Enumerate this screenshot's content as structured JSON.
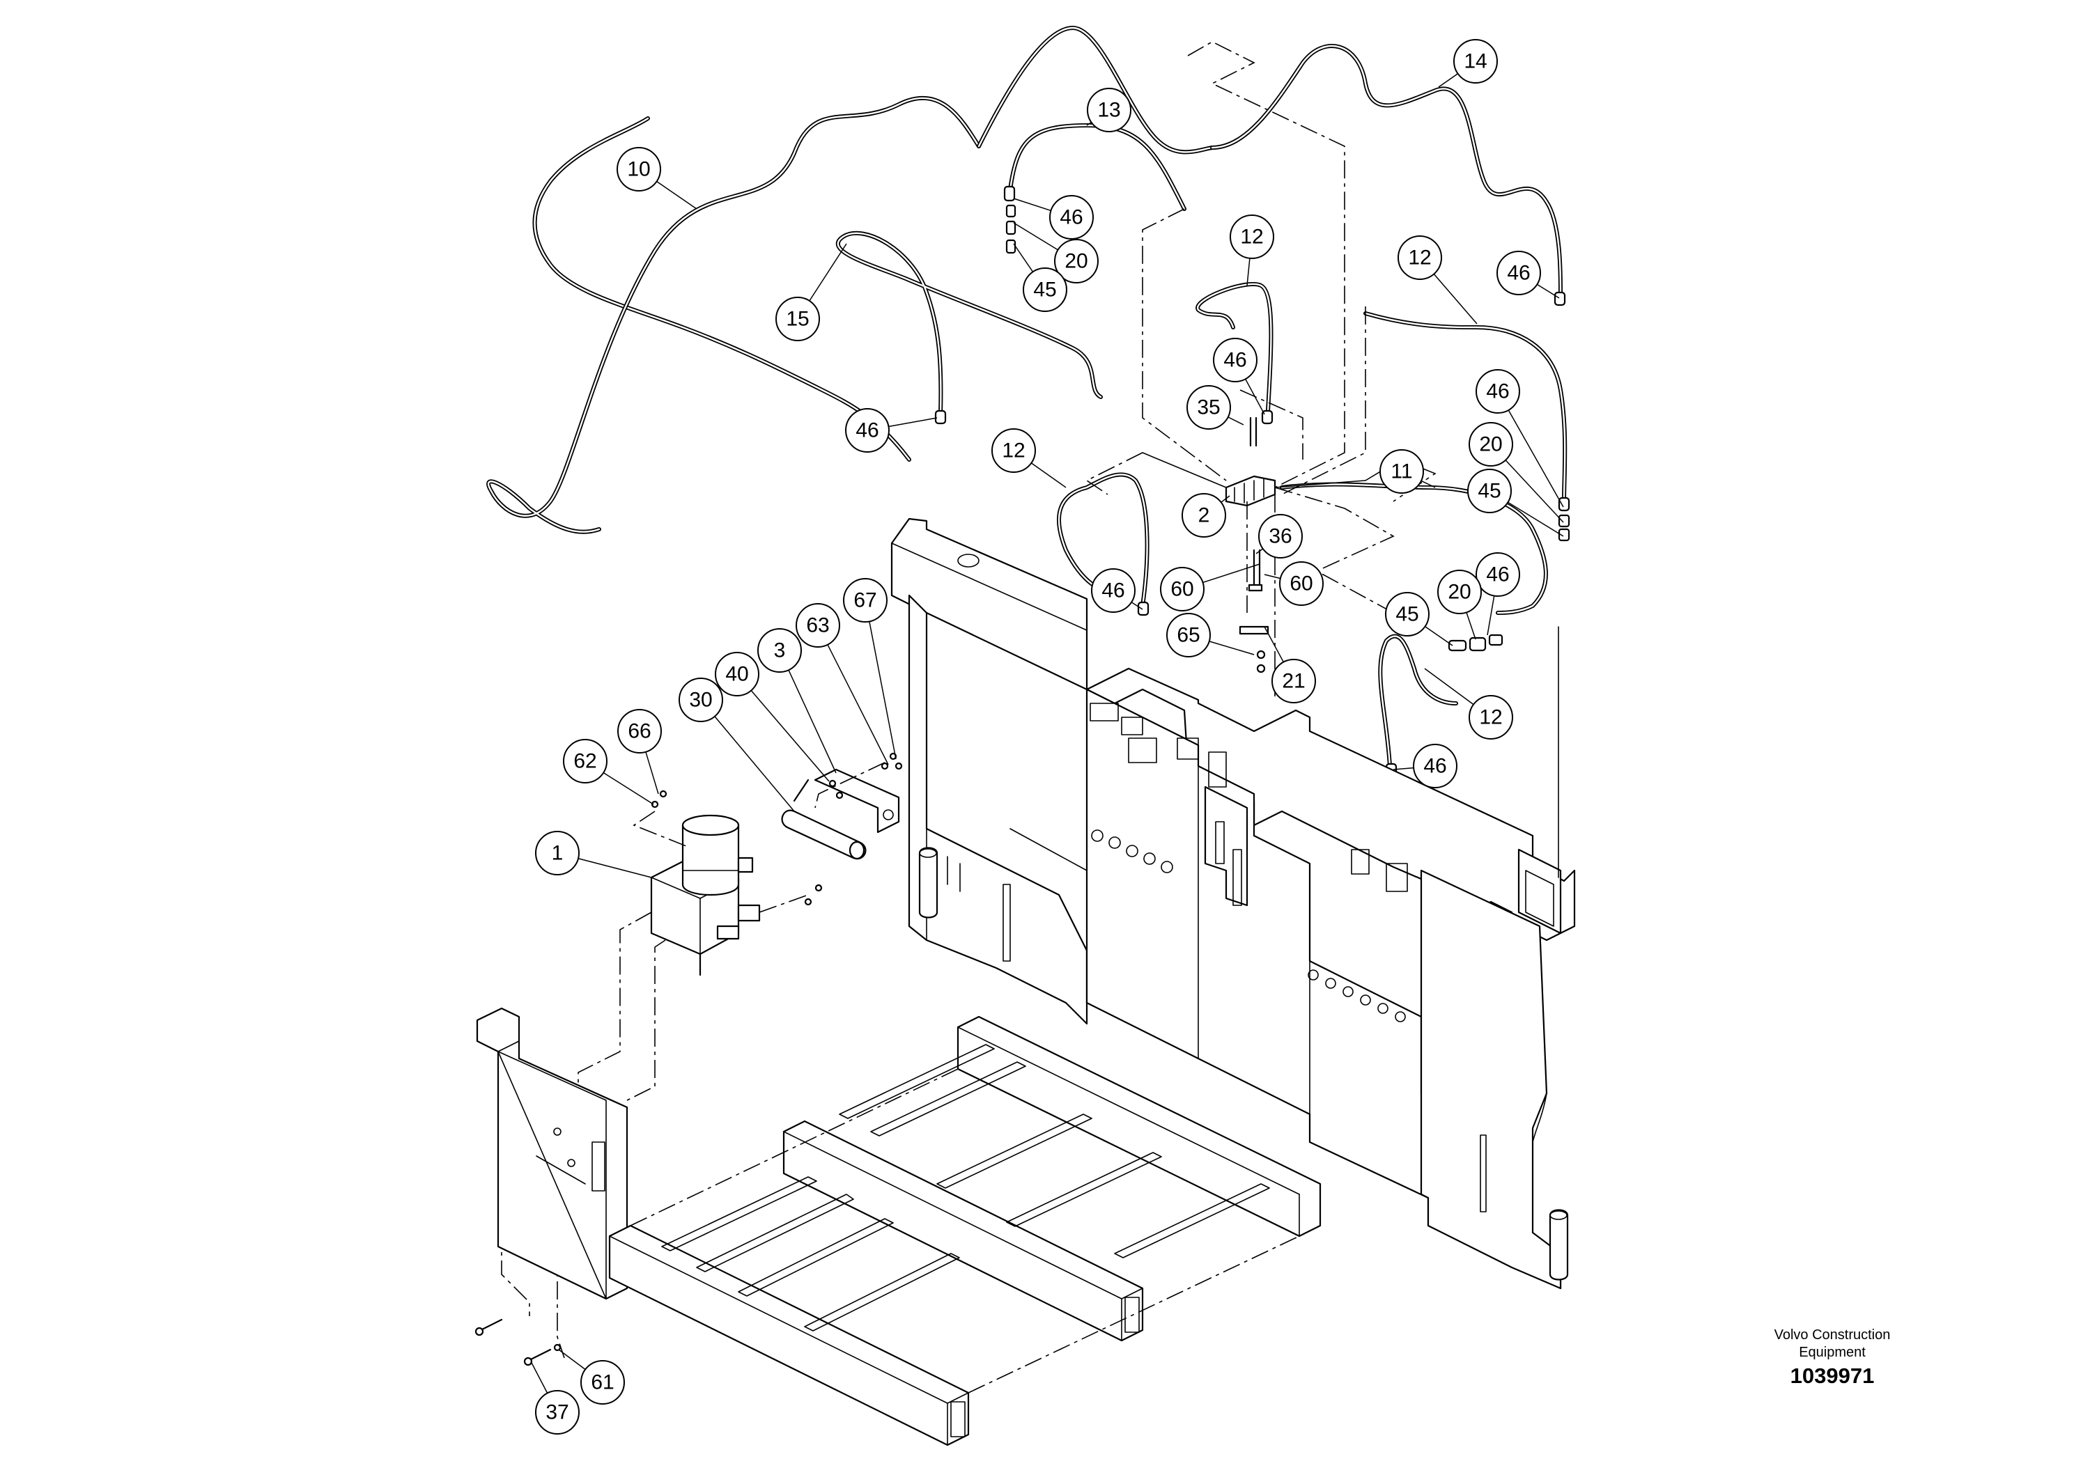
{
  "title_block": {
    "publisher": "Volvo Construction Equipment",
    "drawing_number": "1039971"
  },
  "callouts": [
    "14",
    "13",
    "10",
    "46",
    "20",
    "45",
    "12",
    "12",
    "15",
    "46",
    "46",
    "46",
    "35",
    "46",
    "12",
    "2",
    "20",
    "11",
    "45",
    "36",
    "60",
    "60",
    "46",
    "46",
    "20",
    "45",
    "65",
    "21",
    "67",
    "63",
    "3",
    "40",
    "30",
    "12",
    "66",
    "62",
    "1",
    "46",
    "61",
    "37"
  ]
}
